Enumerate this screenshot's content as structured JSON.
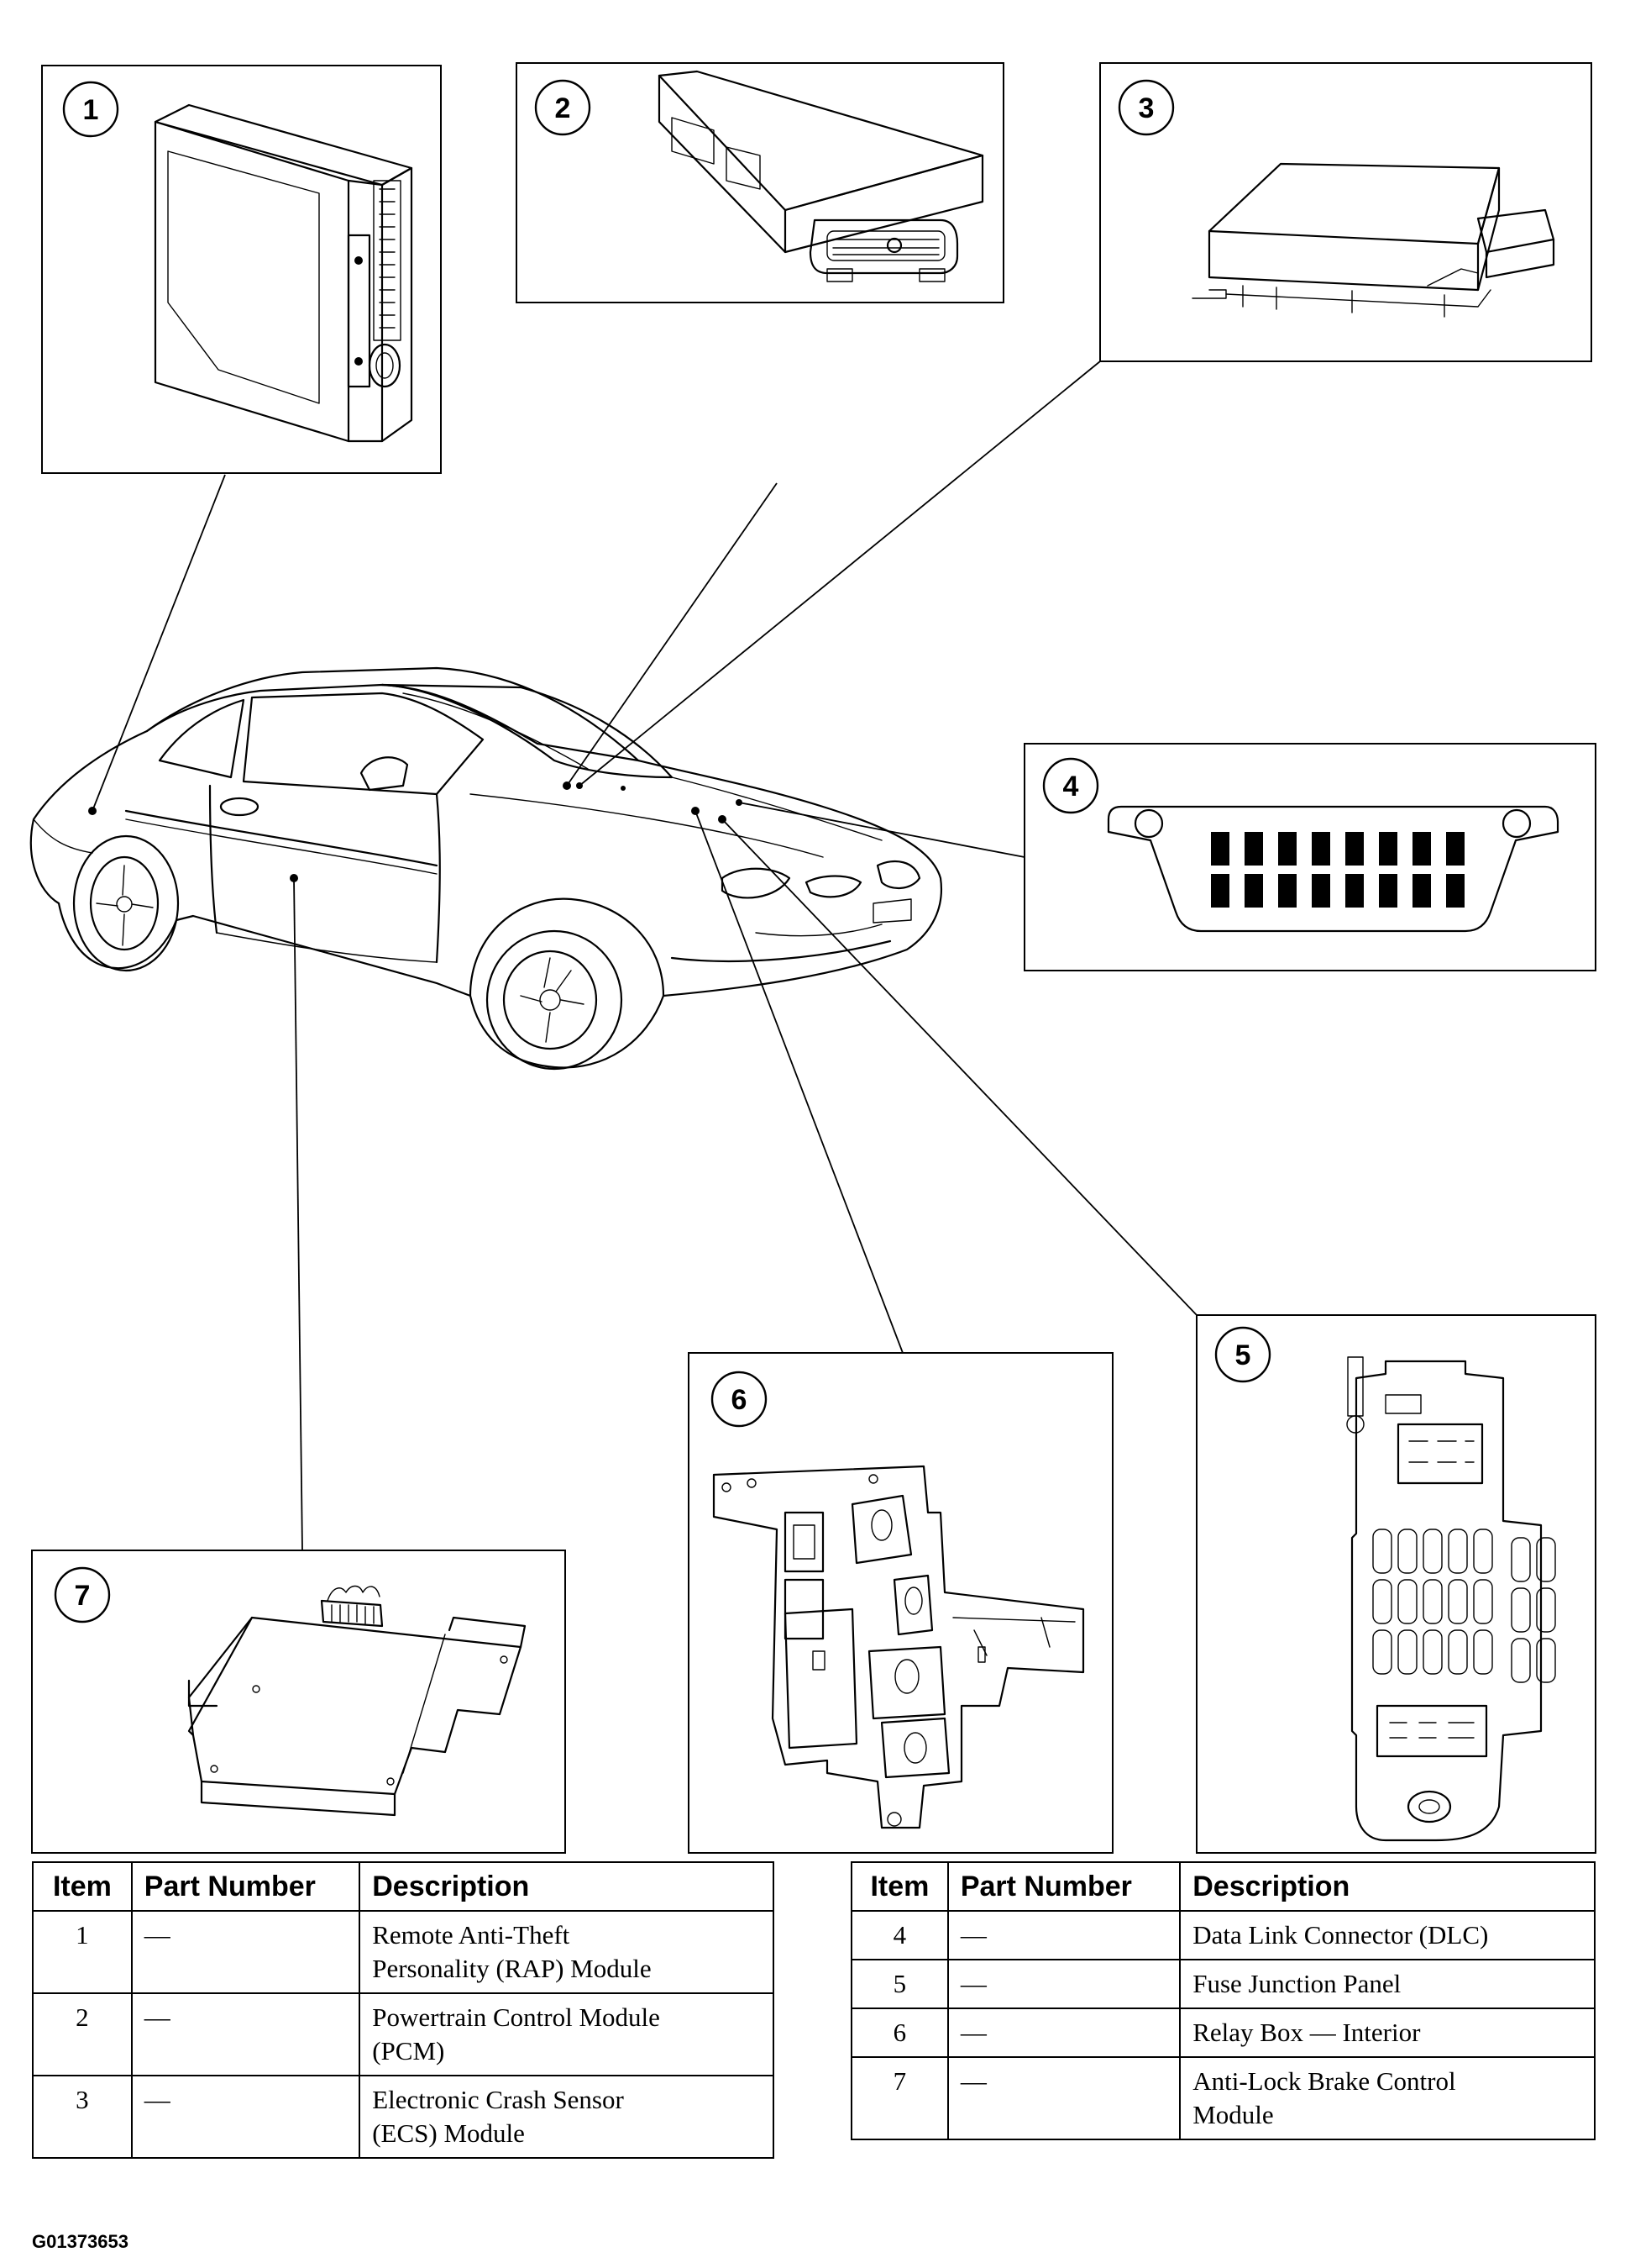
{
  "callouts": [
    {
      "number": "1"
    },
    {
      "number": "2"
    },
    {
      "number": "3"
    },
    {
      "number": "4"
    },
    {
      "number": "5"
    },
    {
      "number": "6"
    },
    {
      "number": "7"
    }
  ],
  "tables": {
    "headers": {
      "item": "Item",
      "part_number": "Part Number",
      "description": "Description"
    },
    "left": [
      {
        "item": "1",
        "part_number": "—",
        "description_lines": [
          "Remote Anti-Theft",
          "Personality (RAP) Module"
        ]
      },
      {
        "item": "2",
        "part_number": "—",
        "description_lines": [
          "Powertrain Control Module",
          "(PCM)"
        ]
      },
      {
        "item": "3",
        "part_number": "—",
        "description_lines": [
          "Electronic Crash Sensor",
          "(ECS) Module"
        ]
      }
    ],
    "right": [
      {
        "item": "4",
        "part_number": "—",
        "description_lines": [
          "Data Link Connector (DLC)"
        ]
      },
      {
        "item": "5",
        "part_number": "—",
        "description_lines": [
          "Fuse Junction Panel"
        ]
      },
      {
        "item": "6",
        "part_number": "—",
        "description_lines": [
          "Relay Box — Interior"
        ]
      },
      {
        "item": "7",
        "part_number": "—",
        "description_lines": [
          "Anti-Lock Brake Control",
          "Module"
        ]
      }
    ]
  },
  "figure_id": "G01373653"
}
